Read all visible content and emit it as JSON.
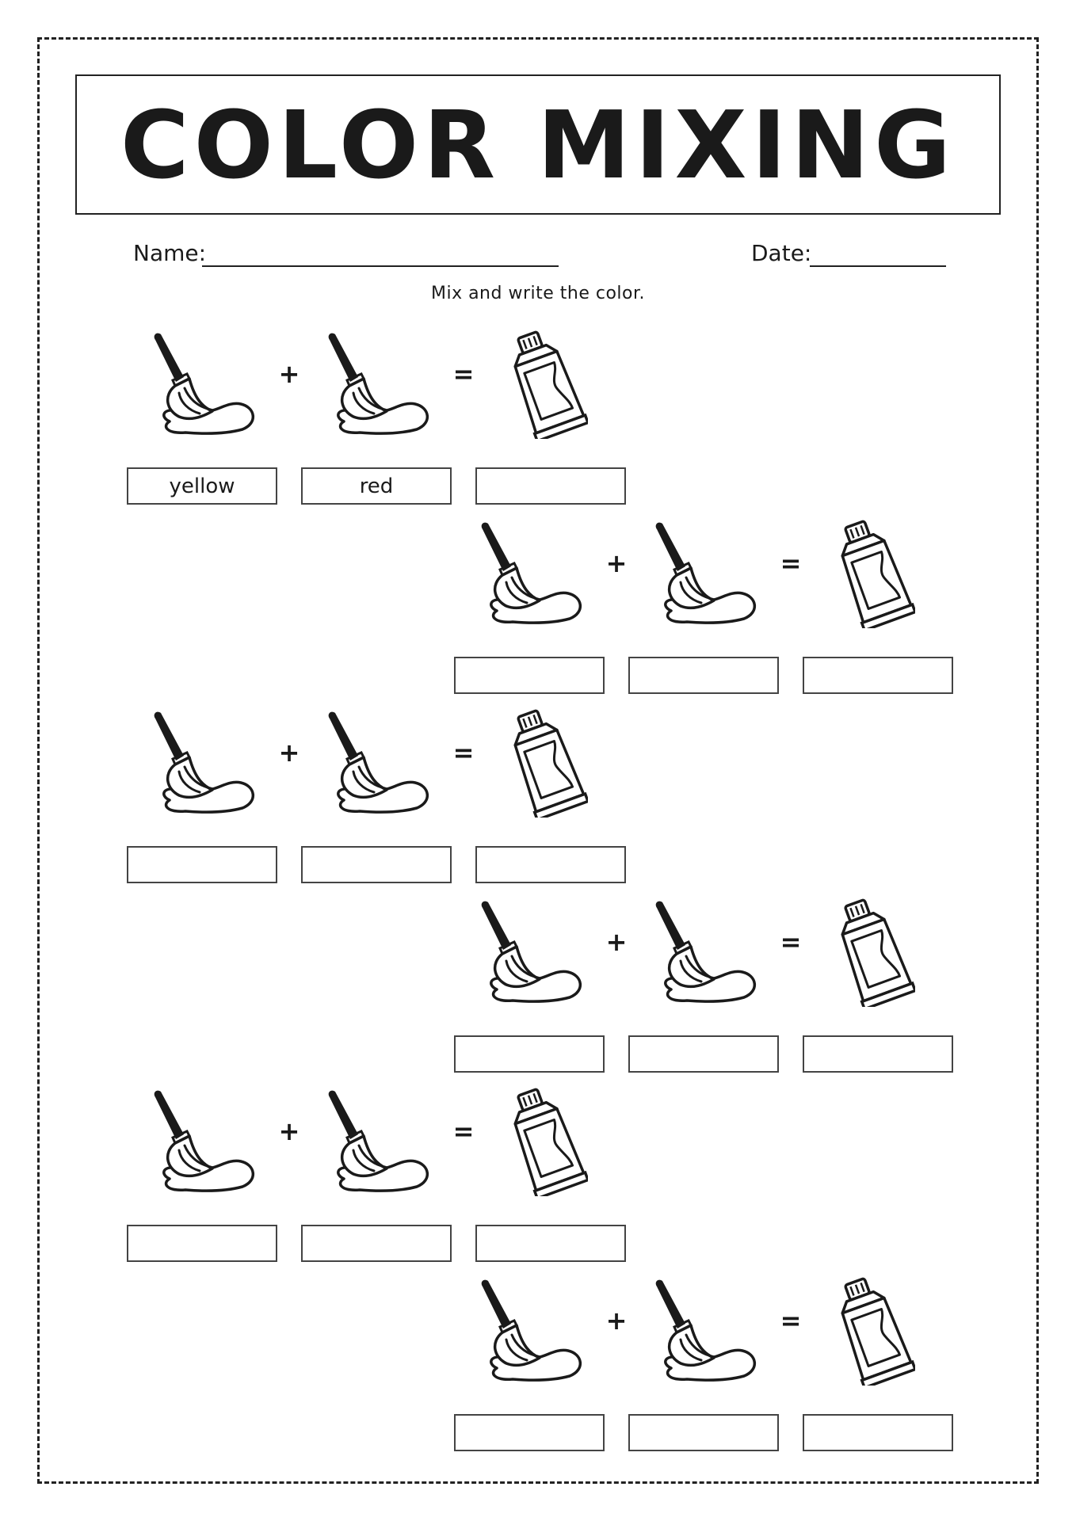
{
  "title": "COLOR MIXING",
  "fields": {
    "name_label": "Name:",
    "date_label": "Date:"
  },
  "instruction": "Mix and write the color.",
  "operators": {
    "plus": "+",
    "equals": "="
  },
  "icons": {
    "brush": "paintbrush-icon",
    "tube": "paint-tube-icon"
  },
  "problems": [
    {
      "color1": "yellow",
      "color2": "red",
      "result": ""
    },
    {
      "color1": "",
      "color2": "",
      "result": ""
    },
    {
      "color1": "",
      "color2": "",
      "result": ""
    },
    {
      "color1": "",
      "color2": "",
      "result": ""
    },
    {
      "color1": "",
      "color2": "",
      "result": ""
    },
    {
      "color1": "",
      "color2": "",
      "result": ""
    }
  ]
}
